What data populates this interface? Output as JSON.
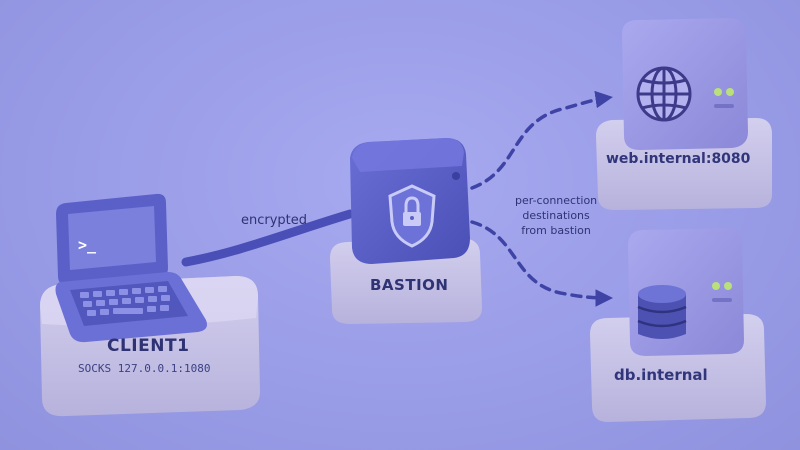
{
  "link_label": "encrypted",
  "client": {
    "name": "CLIENT1",
    "detail": "SOCKS 127.0.0.1:1080",
    "screen_prompt": ">_",
    "icon": "laptop-icon"
  },
  "bastion": {
    "name": "BASTION",
    "icon": "shield-lock-icon"
  },
  "destinations_note": [
    "per-connection",
    "destinations",
    "from bastion"
  ],
  "web": {
    "name": "web.internal:8080",
    "icon": "globe-icon"
  },
  "db": {
    "name": "db.internal",
    "icon": "database-icon"
  },
  "colors": {
    "background": "#9a9de8",
    "cube": "#5b60c8",
    "pedestal": "#c8c3e4",
    "server": "#9e9ce6",
    "line": "#3e43a5",
    "led": "#b9e07a"
  }
}
